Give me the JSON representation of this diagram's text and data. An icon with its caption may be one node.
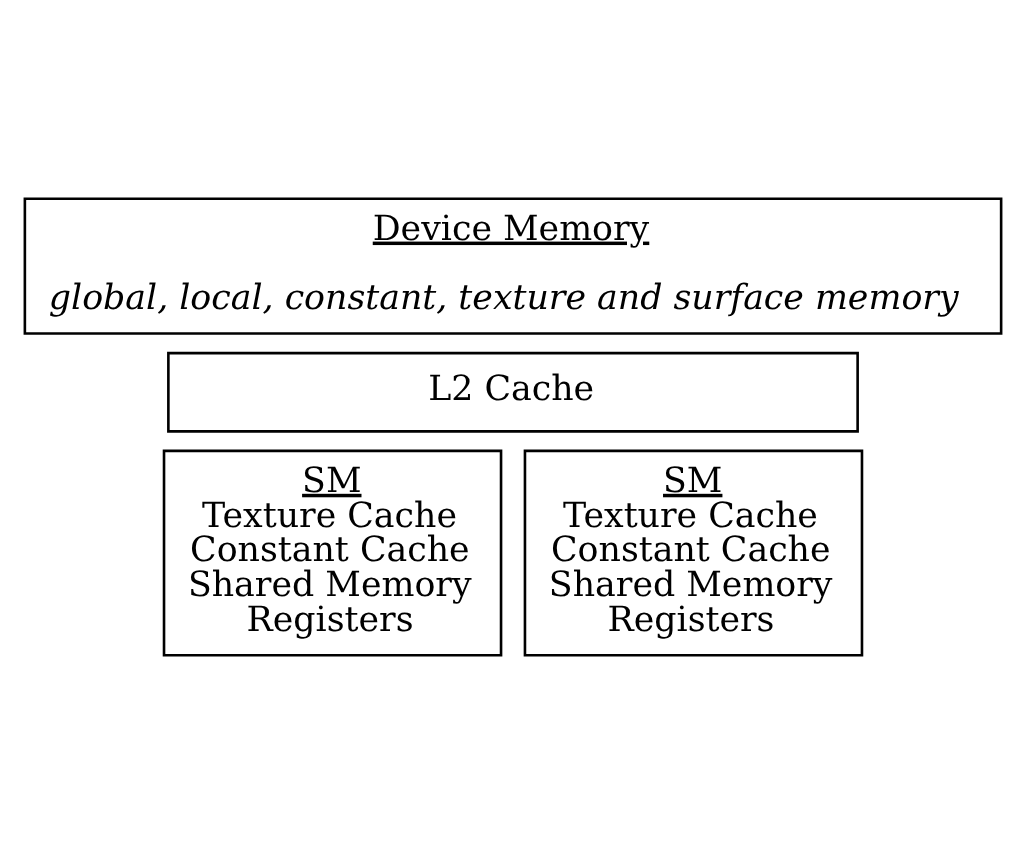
{
  "diagram": {
    "nodes": [
      {
        "text": [
          "Device Memory",
          "global, local, constant, texture and surface memory"
        ]
      },
      {
        "text": [
          "L2 Cache"
        ]
      },
      {
        "text": [
          "SM",
          "Texture Cache",
          "Constant Cache",
          "Shared Memory",
          "Registers"
        ]
      },
      {
        "text": [
          "SM",
          "Texture Cache",
          "Constant Cache",
          "Shared Memory",
          "Registers"
        ]
      }
    ]
  }
}
